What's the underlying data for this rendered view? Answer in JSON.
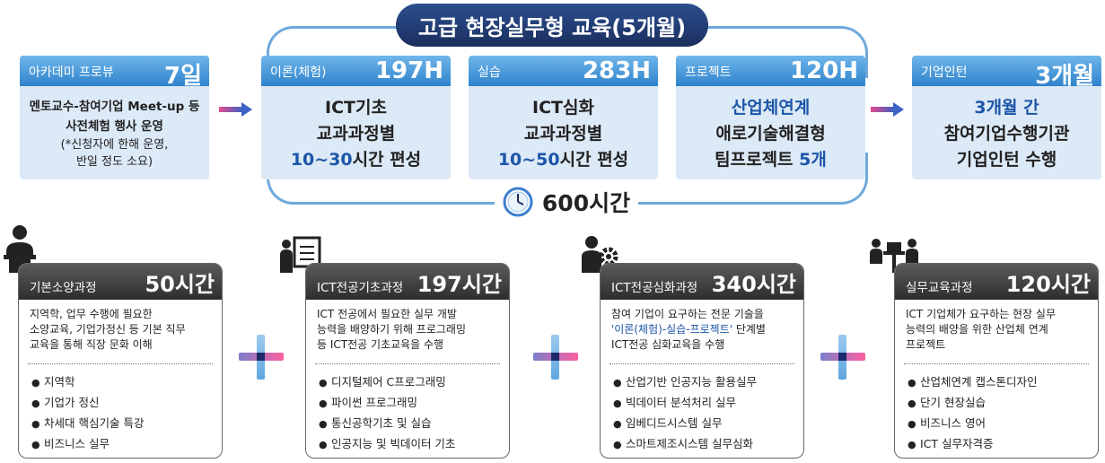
{
  "program": {
    "title": "고급 현장실무형 교육(5개월)",
    "total_hours": "600시간"
  },
  "stages": [
    {
      "name": "아카데미 프로뷰",
      "duration": "7일",
      "lines": [
        "멘토교수-참여기업 Meet-up 등",
        "사전체험 행사 운영",
        "(*신청자에 한해 운영,",
        "반일 정도 소요)"
      ]
    },
    {
      "name": "이론(체험)",
      "duration": "197H",
      "line1": "ICT기초",
      "line2": "교과과정별",
      "line3_highlight": "10~30",
      "line3_rest": "시간 편성"
    },
    {
      "name": "실습",
      "duration": "283H",
      "line1": "ICT심화",
      "line2": "교과과정별",
      "line3_highlight": "10~50",
      "line3_rest": "시간 편성"
    },
    {
      "name": "프로젝트",
      "duration": "120H",
      "line1": "산업체연계",
      "line2": "애로기술해결형",
      "line3_rest": "팀프로젝트 ",
      "line3_highlight": "5개"
    },
    {
      "name": "기업인턴",
      "duration": "3개월",
      "line1": "3개월 간",
      "line2": "참여기업수행기관",
      "line3": "기업인턴 수행"
    }
  ],
  "courses": [
    {
      "name": "기본소양과정",
      "hours": "50시간",
      "desc": [
        "지역학, 업무 수행에 필요한",
        "소양교육, 기업가정신 등 기본 직무",
        "교육을 통해 직장 문화 이해"
      ],
      "items": [
        "지역학",
        "기업가 정신",
        "차세대 핵심기술 특강",
        "비즈니스 실무"
      ]
    },
    {
      "name": "ICT전공기초과정",
      "hours": "197시간",
      "desc": [
        "ICT 전공에서 필요한 실무 개발",
        "능력을 배양하기 위해 프로그래밍",
        "등 ICT전공 기초교육을 수행"
      ],
      "items": [
        "디지털제어 C프로그래밍",
        "파이썬 프로그래밍",
        "통신공학기초 및 실습",
        "인공지능 및 빅데이터 기초"
      ]
    },
    {
      "name": "ICT전공심화과정",
      "hours": "340시간",
      "desc_line1": "참여 기업이 요구하는 전문 기술을",
      "desc_line2_highlight": "'이론(체험)-실습-프로젝트'",
      "desc_line2_rest": " 단계별",
      "desc_line3": "ICT전공 심화교육을 수행",
      "items": [
        "산업기반 인공지능 활용실무",
        "빅데이터 분석처리 실무",
        "임베디드시스템 실무",
        "스마트제조시스템 실무심화"
      ]
    },
    {
      "name": "실무교육과정",
      "hours": "120시간",
      "desc": [
        "ICT 기업체가 요구하는 현장 실무",
        "능력의 배양을 위한 산업체 연계",
        "프로젝트"
      ],
      "items": [
        "산업체연계 캡스톤디자인",
        "단기 현장실습",
        "비즈니스 영어",
        "ICT 실무자격증"
      ]
    }
  ],
  "bullet": "●",
  "icons": {
    "clock": "clock-icon",
    "arrow": "arrow-right-icon",
    "plus": "plus-icon",
    "course_icons": [
      "person-lecturer-icon",
      "presentation-icon",
      "person-gear-icon",
      "meeting-icon"
    ]
  },
  "colors": {
    "title_bg": "#1b2f5e",
    "stage_header": "#2f83cc",
    "stage_body": "#dce9f6",
    "bracket": "#6fa9dc",
    "highlight": "#1c56a8",
    "course_header": "#3a3a3a"
  }
}
